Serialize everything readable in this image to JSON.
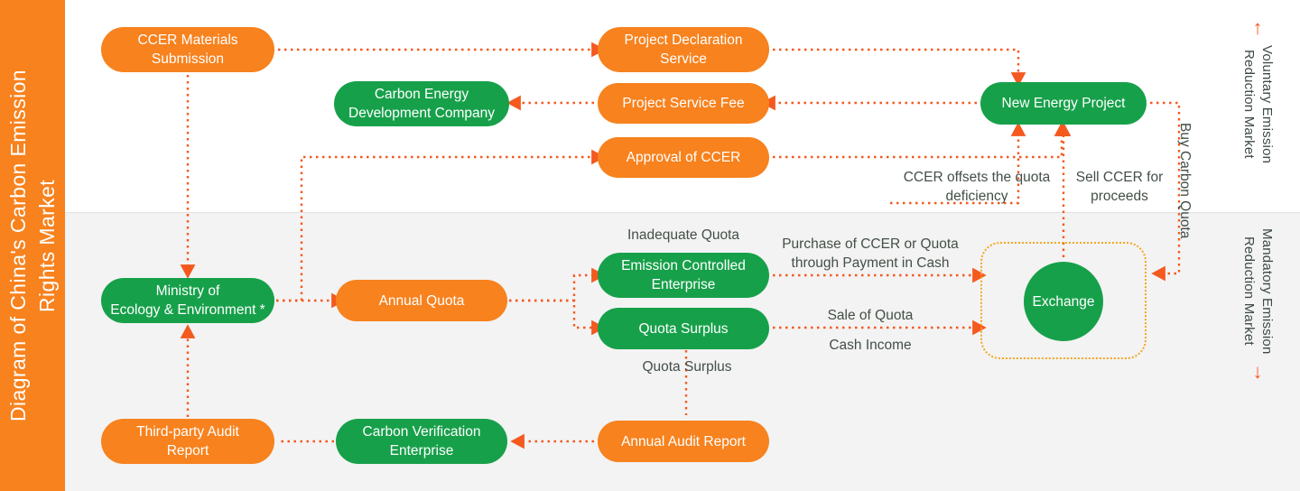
{
  "title": "Diagram of China's Carbon Emission\nRights Market",
  "colors": {
    "orange": "#f7821e",
    "green": "#17a04a",
    "arrow": "#f4591f",
    "dash_container": "#f5a623",
    "band_voluntary_bg": "#ffffff",
    "band_mandatory_bg": "#f3f3f3",
    "label_text": "#434f47"
  },
  "nodes": {
    "ccer_materials_submission": "CCER Materials\nSubmission",
    "project_declaration_service": "Project Declaration\nService",
    "carbon_energy_development_company": "Carbon Energy\nDevelopment Company",
    "project_service_fee": "Project Service Fee",
    "approval_of_ccer": "Approval of CCER",
    "new_energy_project": "New Energy Project",
    "ministry_of_ecology": "Ministry of\nEcology & Environment *",
    "annual_quota": "Annual Quota",
    "emission_controlled_enterprise": "Emission Controlled\nEnterprise",
    "quota_surplus": "Quota Surplus",
    "exchange": "Exchange",
    "third_party_audit_report": "Third-party Audit\nReport",
    "carbon_verification_enterprise": "Carbon Verification\nEnterprise",
    "annual_audit_report": "Annual Audit Report"
  },
  "edge_labels": {
    "ccer_offsets": "CCER offsets the quota\ndeficiency",
    "sell_ccer": "Sell CCER for\nproceeds",
    "buy_carbon_quota": "Buy Carbon Quota",
    "inadequate_quota": "Inadequate Quota",
    "quota_surplus_label": "Quota Surplus",
    "purchase_ccer_or_quota": "Purchase of CCER or Quota\nthrough Payment in Cash",
    "sale_of_quota": "Sale of Quota",
    "cash_income": "Cash Income"
  },
  "markets": {
    "voluntary": {
      "label": "Voluntary Emission\nReduction Market",
      "arrow": "↑"
    },
    "mandatory": {
      "label": "Mandatory Emission\nReduction Market",
      "arrow": "↓"
    }
  }
}
